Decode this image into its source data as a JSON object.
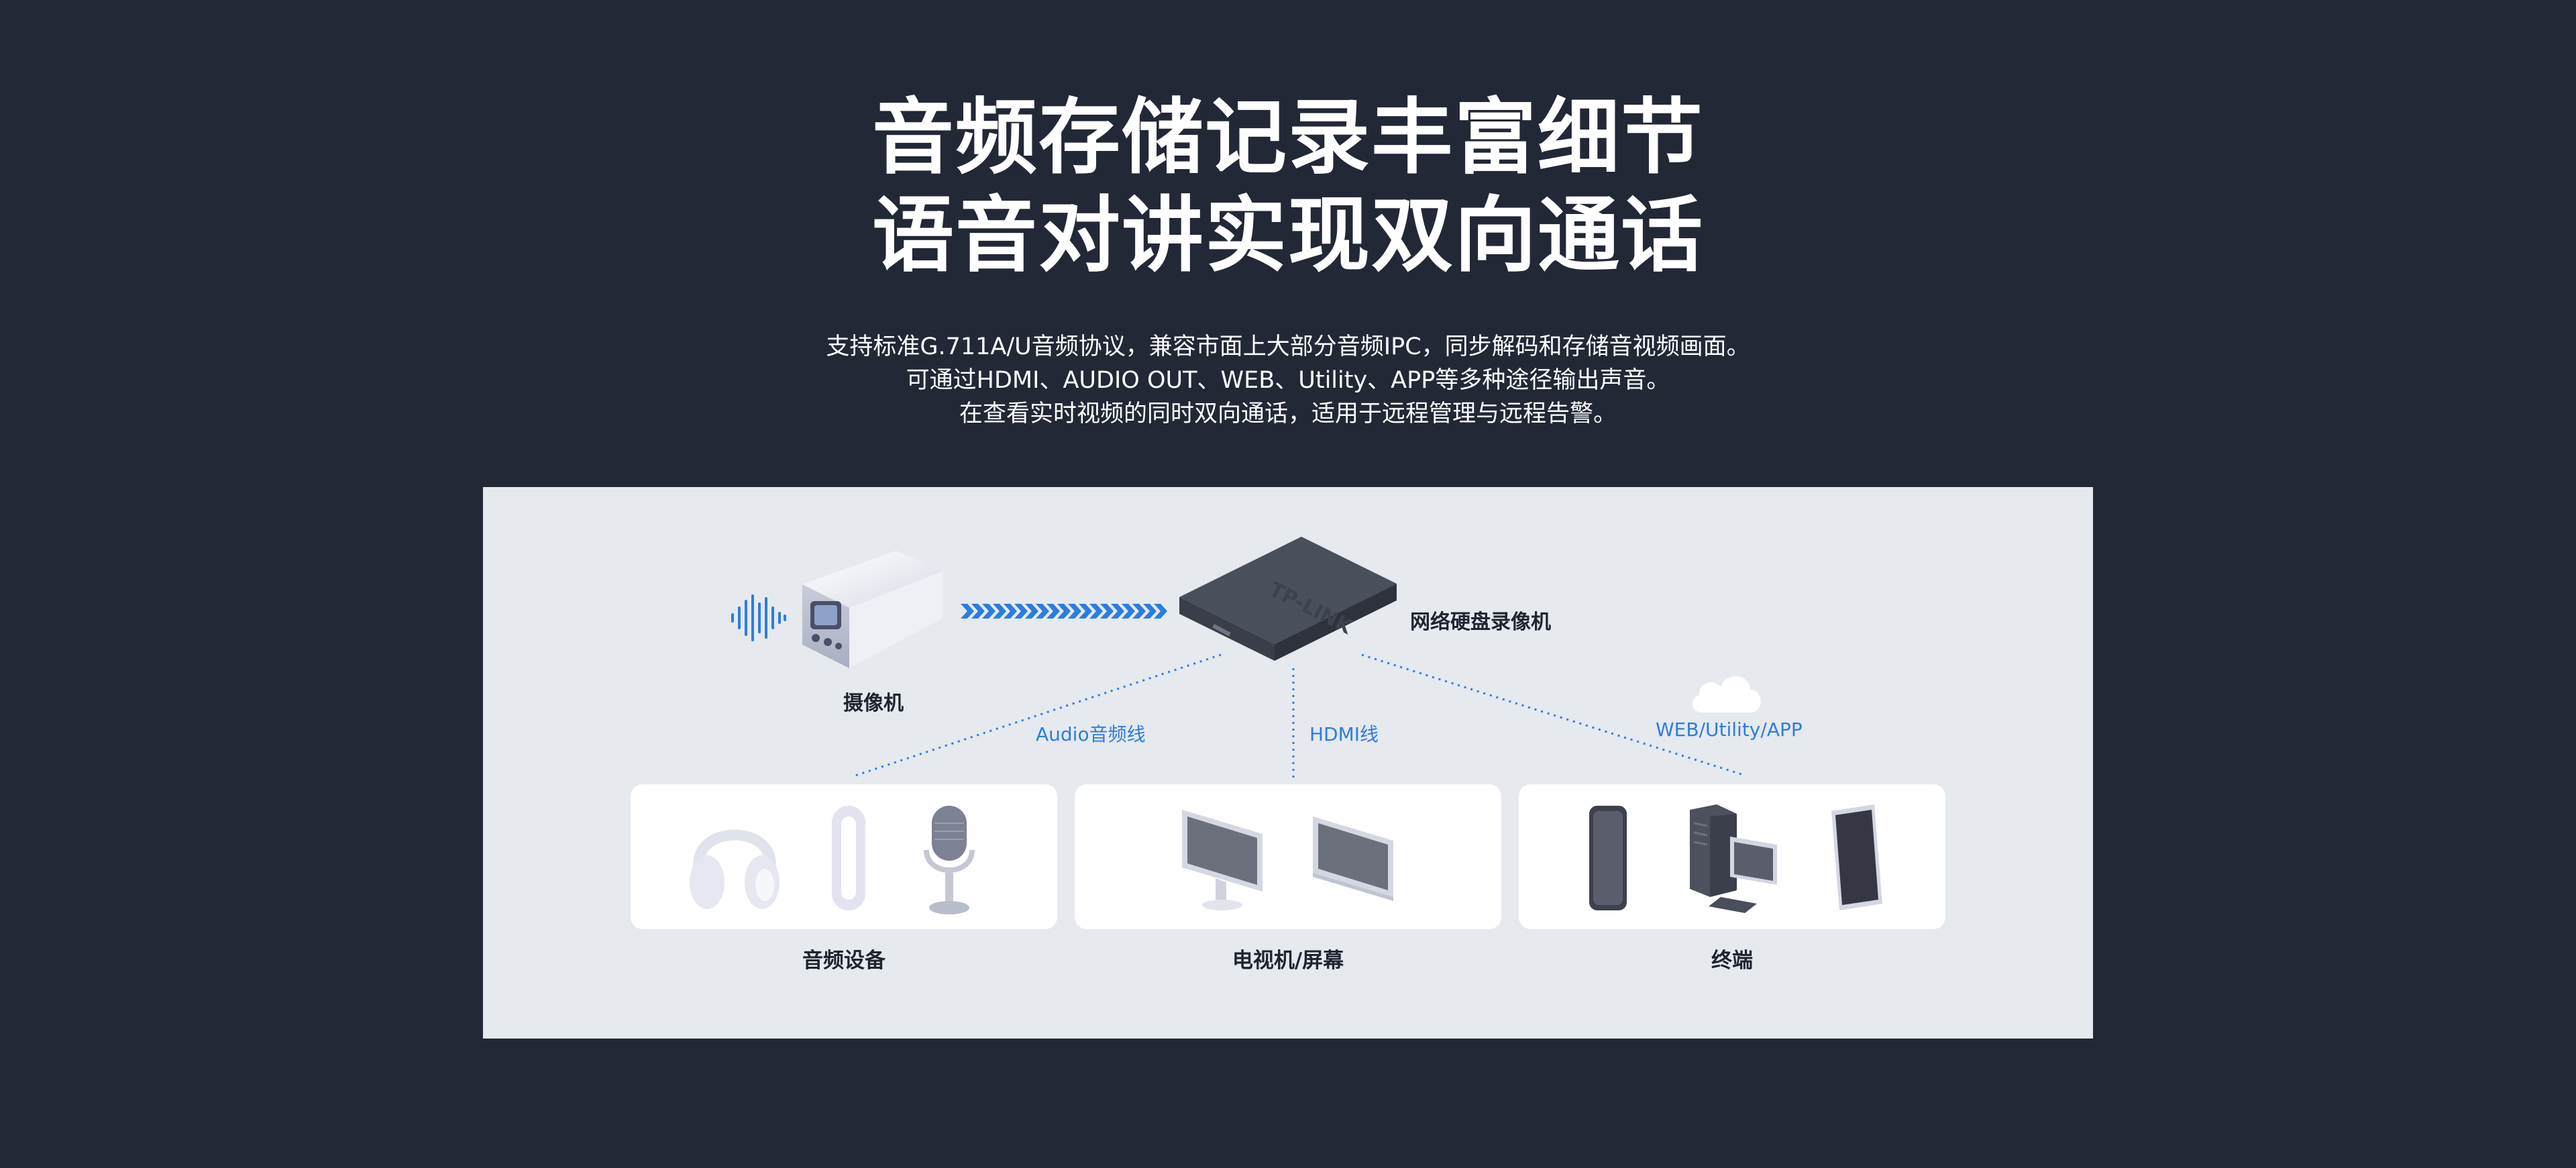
{
  "headline": {
    "line1": "音频存储记录丰富细节",
    "line2": "语音对讲实现双向通话"
  },
  "description": {
    "line1": "支持标准G.711A/U音频协议，兼容市面上大部分音频IPC，同步解码和存储音视频画面。",
    "line2": "可通过HDMI、AUDIO OUT、WEB、Utility、APP等多种途径输出声音。",
    "line3": "在查看实时视频的同时双向通话，适用于远程管理与远程告警。"
  },
  "diagram": {
    "camera_label": "摄像机",
    "nvr_label": "网络硬盘录像机",
    "nvr_brand": "TP-LINK",
    "link_audio": "Audio音频线",
    "link_hdmi": "HDMI线",
    "link_web": "WEB/Utility/APP",
    "card_audio": "音频设备",
    "card_tv": "电视机/屏幕",
    "card_terminal": "终端"
  },
  "colors": {
    "background": "#222836",
    "panel": "#e6e9ee",
    "accent_blue": "#2b7de0",
    "card": "#ffffff"
  }
}
